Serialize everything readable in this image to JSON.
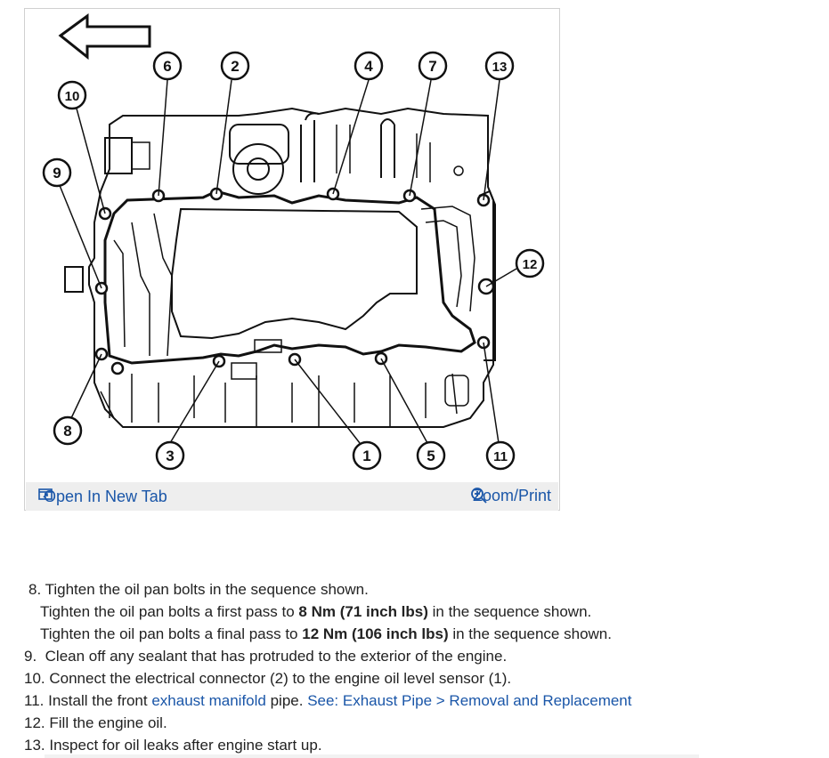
{
  "figure": {
    "labels": [
      "6",
      "2",
      "4",
      "7",
      "13",
      "10",
      "9",
      "12",
      "8",
      "3",
      "1",
      "5",
      "11"
    ],
    "open_tab_label": "Open In New Tab",
    "zoom_label": "Zoom/Print",
    "icons": [
      "open-new-tab-icon",
      "zoom-icon",
      "left-arrow-icon"
    ]
  },
  "steps": {
    "s8": {
      "num": "8.",
      "text": "Tighten the oil pan bolts in the sequence shown."
    },
    "s8a": {
      "pre": "Tighten the oil pan bolts a first pass to ",
      "bold": "8 Nm (71 inch lbs)",
      "post": " in the sequence shown."
    },
    "s8b": {
      "pre": "Tighten the oil pan bolts a final pass to ",
      "bold": "12 Nm (106 inch lbs)",
      "post": " in the sequence shown."
    },
    "s9": {
      "num": "9.",
      "text": "Clean off any sealant that has protruded to the exterior of the engine."
    },
    "s10": {
      "num": "10.",
      "text": "Connect the electrical connector (2) to the engine oil level sensor (1)."
    },
    "s11": {
      "num": "11.",
      "pre": "Install the front ",
      "link1": "exhaust manifold",
      "mid": " pipe. ",
      "link2": "See: Exhaust Pipe > Removal and Replacement"
    },
    "s12": {
      "num": "12.",
      "text": "Fill the engine oil."
    },
    "s13": {
      "num": "13.",
      "text": "Inspect for oil leaks after engine start up."
    }
  }
}
